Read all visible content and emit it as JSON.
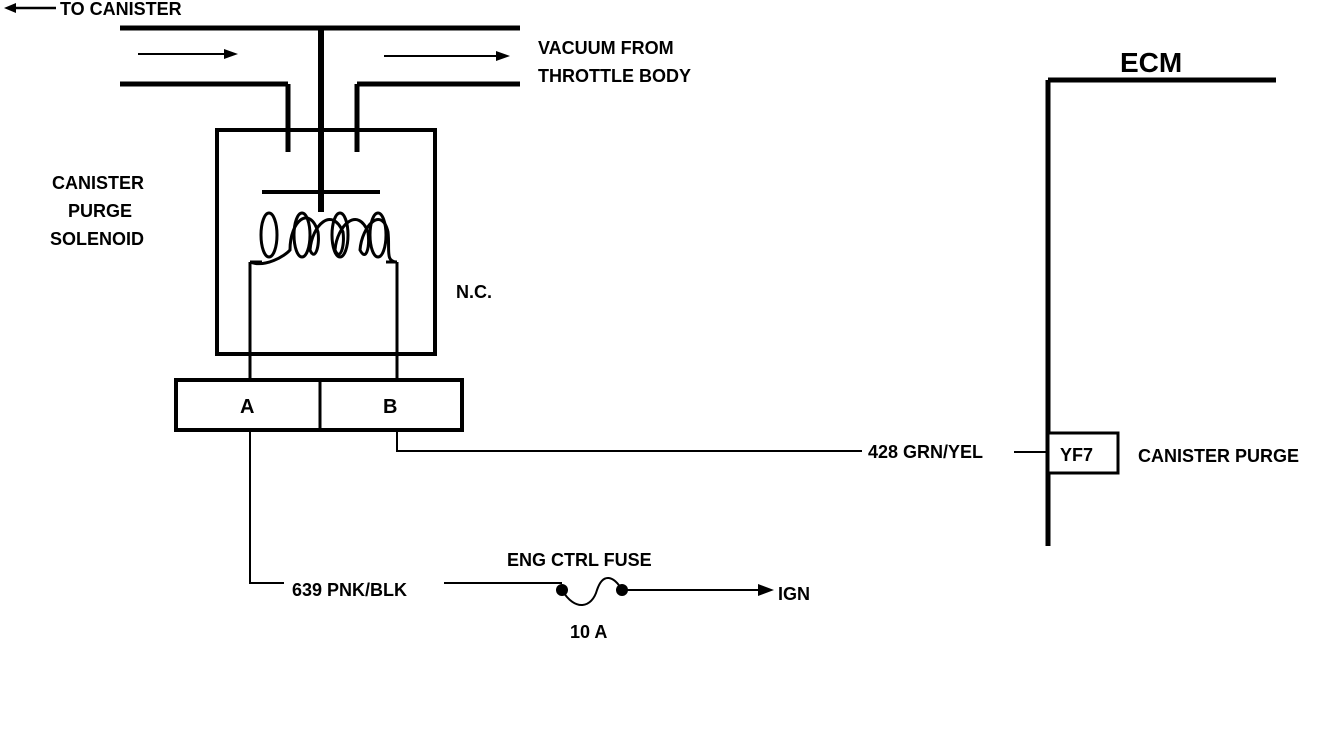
{
  "labels": {
    "to_canister": "TO CANISTER",
    "vacuum_line1": "VACUUM FROM",
    "vacuum_line2": "THROTTLE BODY",
    "solenoid_line1": "CANISTER",
    "solenoid_line2": "PURGE",
    "solenoid_line3": "SOLENOID",
    "normally_closed": "N.C.",
    "ecm": "ECM",
    "pin_a": "A",
    "pin_b": "B",
    "ecm_pin": "YF7",
    "ecm_pin_function": "CANISTER PURGE",
    "wire_428": "428 GRN/YEL",
    "wire_639": "639 PNK/BLK",
    "fuse_name": "ENG CTRL FUSE",
    "fuse_rating": "10 A",
    "ign": "IGN"
  },
  "colors": {
    "ink": "#000000",
    "background": "#ffffff"
  }
}
